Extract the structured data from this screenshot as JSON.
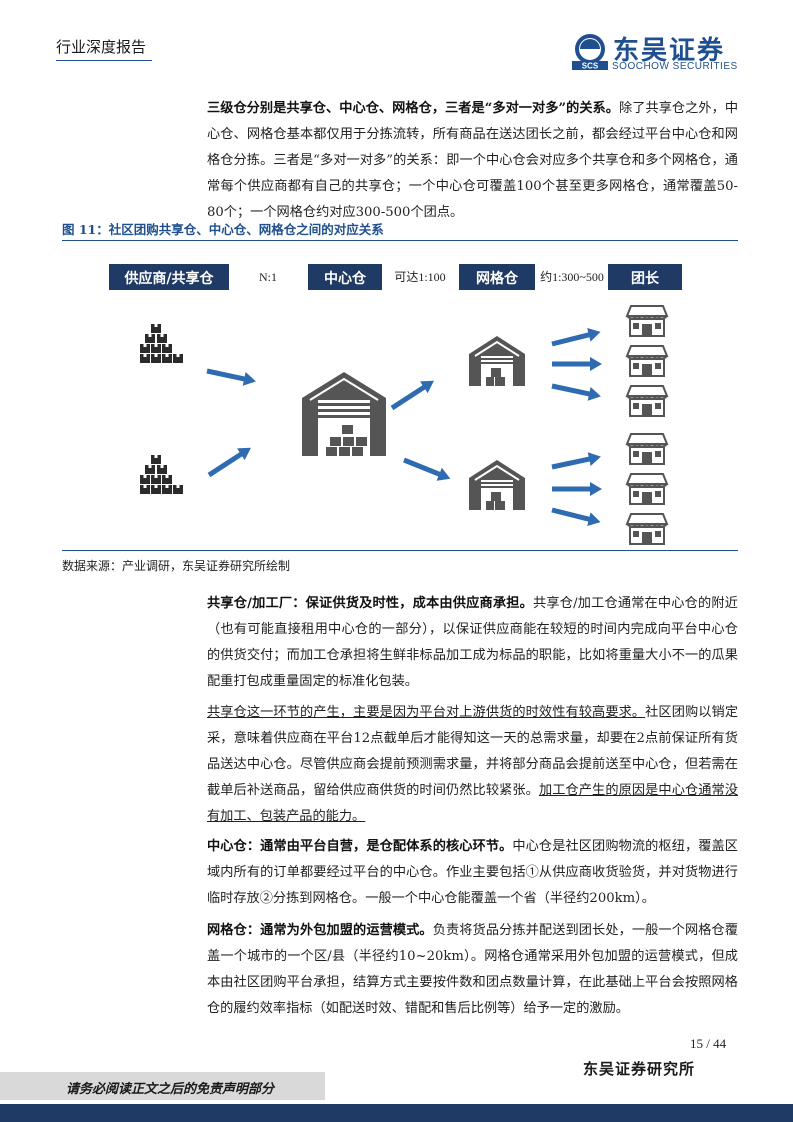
{
  "header": {
    "doc_type": "行业深度报告",
    "logo_cn": "东吴证券",
    "logo_en": "SOOCHOW SECURITIES",
    "logo_mark_text": "SCS"
  },
  "intro": {
    "bold": "三级仓分别是共享仓、中心仓、网格仓，三者是“多对一对多”的关系。",
    "text": "除了共享仓之外，中心仓、网格仓基本都仅用于分拣流转，所有商品在送达团长之前，都会经过平台中心仓和网格仓分拣。三者是“多对一对多”的关系：即一个中心仓会对应多个共享仓和多个网格仓，通常每个供应商都有自己的共享仓；一个中心仓可覆盖100个甚至更多网格仓，通常覆盖50-80个；一个网格仓约对应300-500个团点。"
  },
  "figure": {
    "caption": "图 11：社区团购共享仓、中心仓、网格仓之间的对应关系",
    "labels": {
      "supplier": "供应商/共享仓",
      "ratio1": "N:1",
      "center": "中心仓",
      "ratio2": "可达1:100",
      "grid": "网格仓",
      "ratio3": "约1:300~500",
      "leader": "团长"
    },
    "source": "数据来源：产业调研，东吴证券研究所绘制"
  },
  "sections": [
    {
      "bold": "共享仓/加工厂：保证供货及时性，成本由供应商承担。",
      "text": "共享仓/加工仓通常在中心仓的附近（也有可能直接租用中心仓的一部分），以保证供应商能在较短的时间内完成向平台中心仓的供货交付；而加工仓承担将生鲜非标品加工成为标品的职能，比如将重量大小不一的瓜果配重打包成重量固定的标准化包装。"
    },
    {
      "underline": "共享仓这一环节的产生，主要是因为平台对上游供货的时效性有较高要求。",
      "text": "社区团购以销定采，意味着供应商在平台12点截单后才能得知这一天的总需求量，却要在2点前保证所有货品送达中心仓。尽管供应商会提前预测需求量，并将部分商品会提前送至中心仓，但若需在截单后补送商品，留给供应商供货的时间仍然比较紧张。",
      "underline2": "加工仓产生的原因是中心仓通常没有加工、包装产品的能力。"
    },
    {
      "bold": "中心仓：通常由平台自营，是仓配体系的核心环节。",
      "text": "中心仓是社区团购物流的枢纽，覆盖区域内所有的订单都要经过平台的中心仓。作业主要包括①从供应商收货验货，并对货物进行临时存放②分拣到网格仓。一般一个中心仓能覆盖一个省（半径约200km）。"
    },
    {
      "bold": "网格仓：通常为外包加盟的运营模式。",
      "text": "负责将货品分拣并配送到团长处，一般一个网格仓覆盖一个城市的一个区/县（半径约10~20km）。网格仓通常采用外包加盟的运营模式，但成本由社区团购平台承担，结算方式主要按件数和团点数量计算，在此基础上平台会按照网格仓的履约效率指标（如配送时效、错配和售后比例等）给予一定的激励。"
    }
  ],
  "footer": {
    "page": "15 / 44",
    "institute": "东吴证券研究所",
    "disclaimer": "请务必阅读正文之后的免责声明部分"
  },
  "colors": {
    "brand": "#1f3a64",
    "accent": "#1f4f8f",
    "arrow": "#2f6bb0",
    "icon": "#2b2b2b"
  }
}
